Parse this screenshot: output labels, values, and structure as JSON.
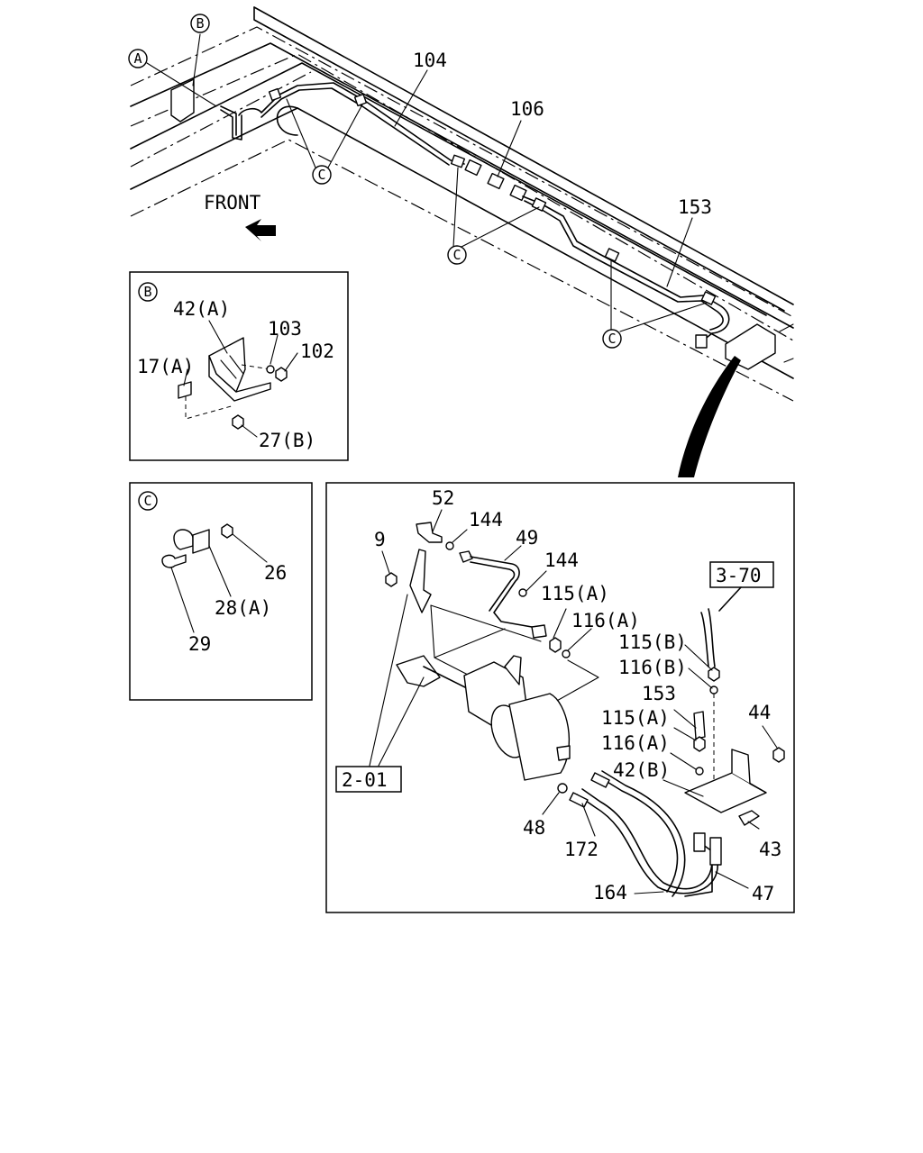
{
  "labels": {
    "front": "FRONT",
    "p104": "104",
    "p106": "106",
    "p153_top": "153",
    "circleA": "A",
    "circleB_top": "B",
    "circleC_1": "C",
    "circleC_2": "C",
    "circleC_3": "C"
  },
  "detail_b": {
    "heading": "B",
    "p42a": "42(A)",
    "p103": "103",
    "p102": "102",
    "p17a": "17(A)",
    "p27b": "27(B)"
  },
  "detail_c": {
    "heading": "C",
    "p26": "26",
    "p28a": "28(A)",
    "p29": "29"
  },
  "main_view": {
    "p52": "52",
    "p144_1": "144",
    "p9": "9",
    "p49": "49",
    "p144_2": "144",
    "p115a_1": "115(A)",
    "p116a_1": "116(A)",
    "ref_3_70": "3-70",
    "p115b": "115(B)",
    "p116b": "116(B)",
    "p153": "153",
    "p115a_2": "115(A)",
    "p116a_2": "116(A)",
    "p44": "44",
    "p42b": "42(B)",
    "ref_2_01": "2-01",
    "p48": "48",
    "p172": "172",
    "p43": "43",
    "p164": "164",
    "p47": "47"
  }
}
